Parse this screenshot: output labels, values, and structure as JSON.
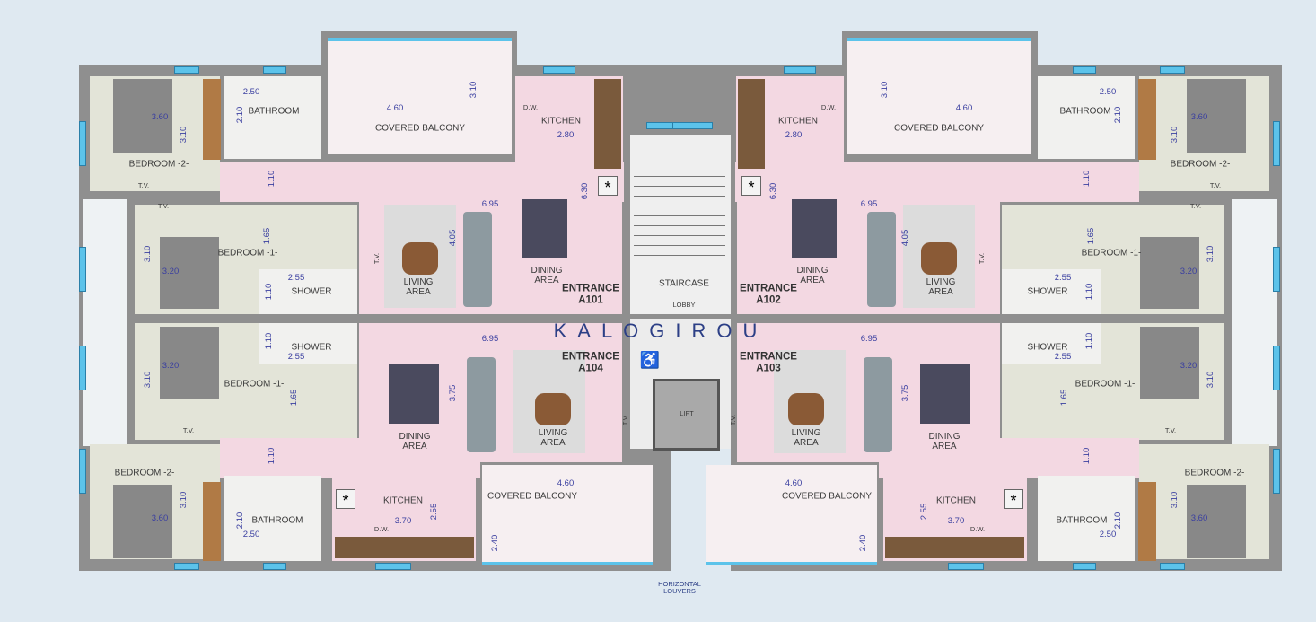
{
  "units": {
    "a101": {
      "entrance": "ENTRANCE A101",
      "bedroom2": "BEDROOM -2-",
      "bed2_w": "3.60",
      "bed2_h": "3.10",
      "bed2_tv": "T.V.",
      "bathroom": "BATHROOM",
      "bath_w": "2.50",
      "bath_h": "2.10",
      "balcony": "COVERED BALCONY",
      "balc_w": "4.60",
      "balc_h": "3.10",
      "kitchen": "KITCHEN",
      "dw": "D.W.",
      "kit_w": "2.80",
      "kit_h": "6.30",
      "corr": "1.10",
      "bedroom1": "BEDROOM -1-",
      "bed1_w": "3.20",
      "bed1_h": "3.10",
      "bed1_d": "1.65",
      "bed1_tv": "T.V.",
      "shower": "SHOWER",
      "sh_w": "2.55",
      "sh_h": "1.10",
      "living": "LIVING AREA",
      "living_tv": "T.V.",
      "dining": "DINING AREA",
      "len": "6.95",
      "depth": "4.05"
    },
    "a102": {
      "entrance": "ENTRANCE A102",
      "bedroom2": "BEDROOM -2-",
      "bed2_w": "3.60",
      "bed2_h": "3.10",
      "bed2_tv": "T.V.",
      "bathroom": "BATHROOM",
      "bath_w": "2.50",
      "bath_h": "2.10",
      "balcony": "COVERED BALCONY",
      "balc_w": "4.60",
      "balc_h": "3.10",
      "kitchen": "KITCHEN",
      "dw": "D.W.",
      "kit_w": "2.80",
      "kit_h": "6.30",
      "corr": "1.10",
      "bedroom1": "BEDROOM -1-",
      "bed1_w": "3.20",
      "bed1_h": "3.10",
      "bed1_d": "1.65",
      "bed1_tv": "T.V.",
      "shower": "SHOWER",
      "sh_w": "2.55",
      "sh_h": "1.10",
      "living": "LIVING AREA",
      "living_tv": "T.V.",
      "dining": "DINING AREA",
      "len": "6.95",
      "depth": "4.05"
    },
    "a104": {
      "entrance": "ENTRANCE A104",
      "bedroom2": "BEDROOM -2-",
      "bed2_w": "3.60",
      "bed2_h": "3.10",
      "bathroom": "BATHROOM",
      "bath_w": "2.50",
      "bath_h": "2.10",
      "balcony": "COVERED BALCONY",
      "balc_w": "4.60",
      "balc_h": "2.40",
      "kitchen": "KITCHEN",
      "dw": "D.W.",
      "kit_w": "3.70",
      "kit_h": "2.55",
      "corr": "1.10",
      "bedroom1": "BEDROOM -1-",
      "bed1_w": "3.20",
      "bed1_h": "3.10",
      "bed1_d": "1.65",
      "bed1_tv": "T.V.",
      "shower": "SHOWER",
      "sh_w": "2.55",
      "sh_h": "1.10",
      "living": "LIVING AREA",
      "living_tv": "T.V.",
      "dining": "DINING AREA",
      "len": "6.95",
      "depth": "3.75"
    },
    "a103": {
      "entrance": "ENTRANCE A103",
      "bedroom2": "BEDROOM -2-",
      "bed2_w": "3.60",
      "bed2_h": "3.10",
      "bathroom": "BATHROOM",
      "bath_w": "2.50",
      "bath_h": "2.10",
      "balcony": "COVERED BALCONY",
      "balc_w": "4.60",
      "balc_h": "2.40",
      "kitchen": "KITCHEN",
      "dw": "D.W.",
      "kit_w": "3.70",
      "kit_h": "2.55",
      "corr": "1.10",
      "bedroom1": "BEDROOM -1-",
      "bed1_w": "3.20",
      "bed1_h": "3.10",
      "bed1_d": "1.65",
      "bed1_tv": "T.V.",
      "shower": "SHOWER",
      "sh_w": "2.55",
      "sh_h": "1.10",
      "living": "LIVING AREA",
      "living_tv": "T.V.",
      "dining": "DINING AREA",
      "len": "6.95",
      "depth": "3.75"
    }
  },
  "core": {
    "staircase": "STAIRCASE",
    "lobby": "LOBBY",
    "lift": "LIFT",
    "brand": "KALOGIROU",
    "louvers": "HORIZONTAL LOUVERS",
    "accessible_icon": "wheelchair-icon"
  },
  "colors": {
    "wall": "#8f8f8f",
    "living": "#f3d8e2",
    "bedroom": "#e3e4d8",
    "wet": "#f1f1ef",
    "balcony": "#f6eff1",
    "window": "#5cc3ea",
    "brand": "#2c3f86"
  }
}
